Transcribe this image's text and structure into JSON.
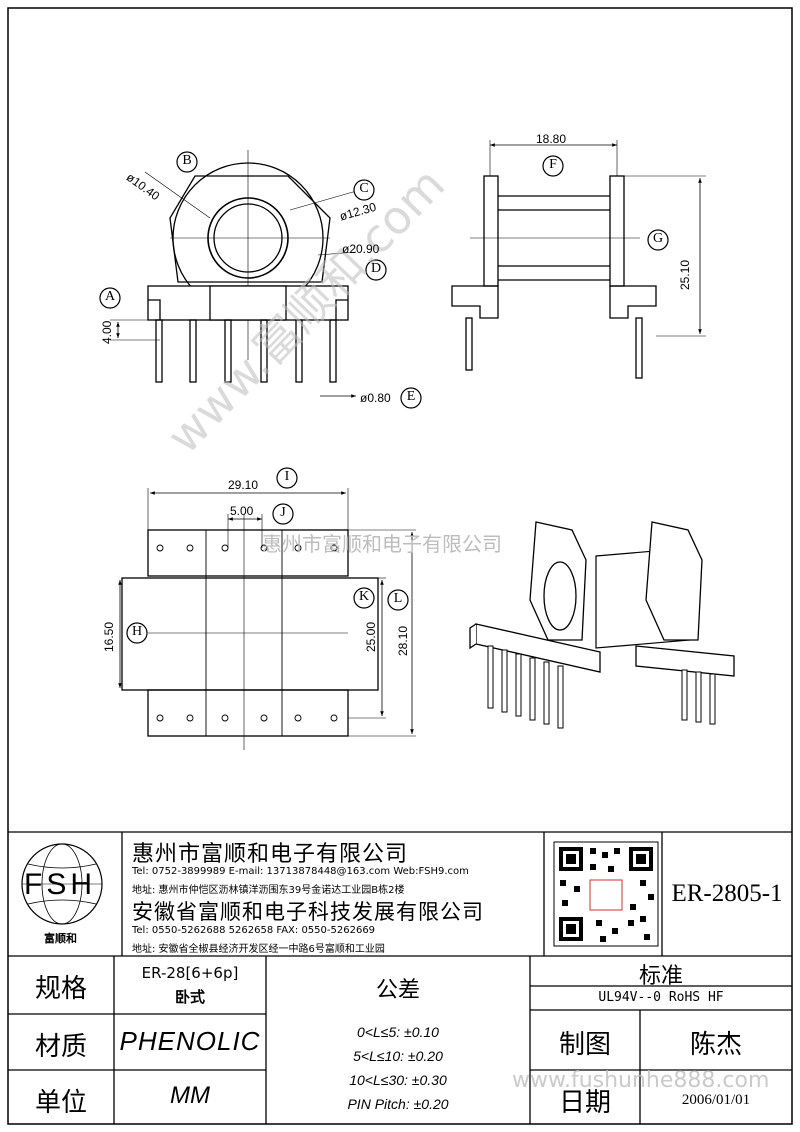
{
  "dimensions": {
    "b": "ø10.40",
    "c": "ø12.30",
    "d": "ø20.90",
    "f": "18.80",
    "g": "25.10",
    "a": "4.00",
    "e": "ø0.80",
    "i": "29.10",
    "j": "5.00",
    "h": "16.50",
    "k": "25.00",
    "l": "28.10"
  },
  "callouts": [
    "A",
    "B",
    "C",
    "D",
    "E",
    "F",
    "G",
    "H",
    "I",
    "J",
    "K",
    "L"
  ],
  "watermarks": {
    "diagonal": "www.富顺和.com",
    "center": "惠州市富顺和电子有限公司",
    "footer": "www.fushunhe888.com"
  },
  "title_block": {
    "logo_text": "FSH",
    "logo_caption": "富顺和",
    "company1": "惠州市富顺和电子有限公司",
    "company1_contact": "Tel:  0752-3899989   E-mail: 13713878448@163.com   Web:FSH9.com",
    "company1_address": "地址: 惠州市仲恺区沥林镇洋沥围东39号金诺达工业园B栋2楼",
    "company2": "安徽省富顺和电子科技发展有限公司",
    "company2_contact": "Tel:   0550-5262688   5262658      FAX:  0550-5262669",
    "company2_address": "地址: 安徽省全椒县经济开发区经一中路6号富顺和工业园",
    "part_number": "ER-2805-1",
    "rows": {
      "spec_label": "规格",
      "spec_value_1": "ER-28[6+6p]",
      "spec_value_2": "卧式",
      "material_label": "材质",
      "material_value": "PHENOLIC",
      "unit_label": "单位",
      "unit_value": "MM",
      "tolerance_label": "公差",
      "tolerance_lines": [
        "0<L≤5: ±0.10",
        "5<L≤10: ±0.20",
        "10<L≤30: ±0.30",
        "PIN Pitch: ±0.20"
      ],
      "standard_label": "标准",
      "standard_value": "UL94V--0  RoHS HF",
      "drawn_label": "制图",
      "drawn_value": "陈杰",
      "date_label": "日期",
      "date_value": "2006/01/01"
    }
  }
}
